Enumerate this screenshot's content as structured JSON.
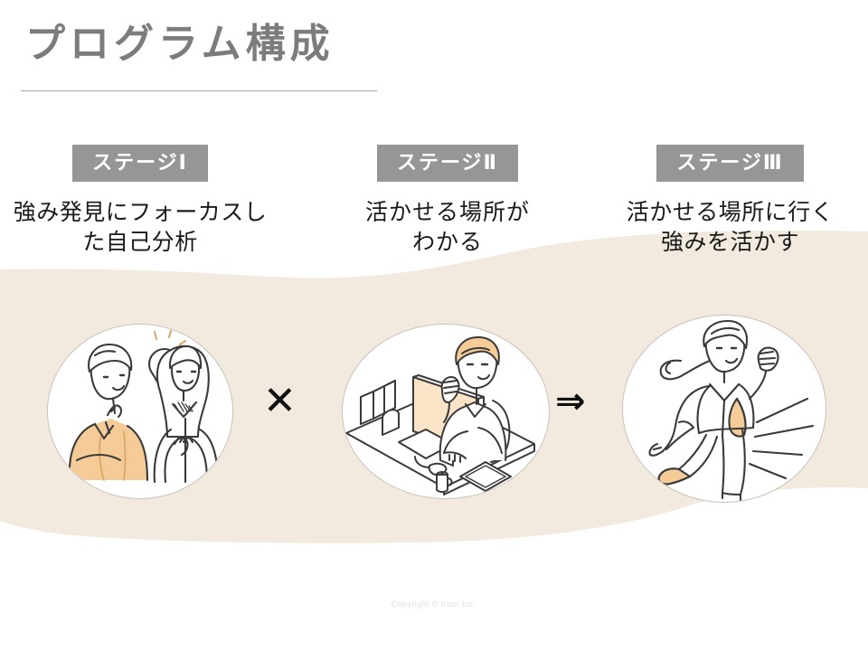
{
  "slide": {
    "title": "プログラム構成",
    "footer": "Copyright © fruor Inc.",
    "colors": {
      "beige_background": "#f2e9df",
      "badge_gray": "#969696",
      "title_gray": "#7c7c7c",
      "accent_orange": "#f3c894",
      "line_dark": "#3a3a3a"
    }
  },
  "stages": [
    {
      "badge": "ステージⅠ",
      "caption": "強み発見にフォーカスし\nた自己分析",
      "illustration": "two-people-thinking-lightbulb-illustration"
    },
    {
      "badge": "ステージⅡ",
      "caption": "活かせる場所が\nわかる",
      "illustration": "person-at-desk-computer-illustration"
    },
    {
      "badge": "ステージⅢ",
      "caption": "活かせる場所に行く\n強みを活かす",
      "illustration": "running-person-illustration"
    }
  ],
  "operators": {
    "multiply": "✕",
    "implies": "⇒"
  }
}
